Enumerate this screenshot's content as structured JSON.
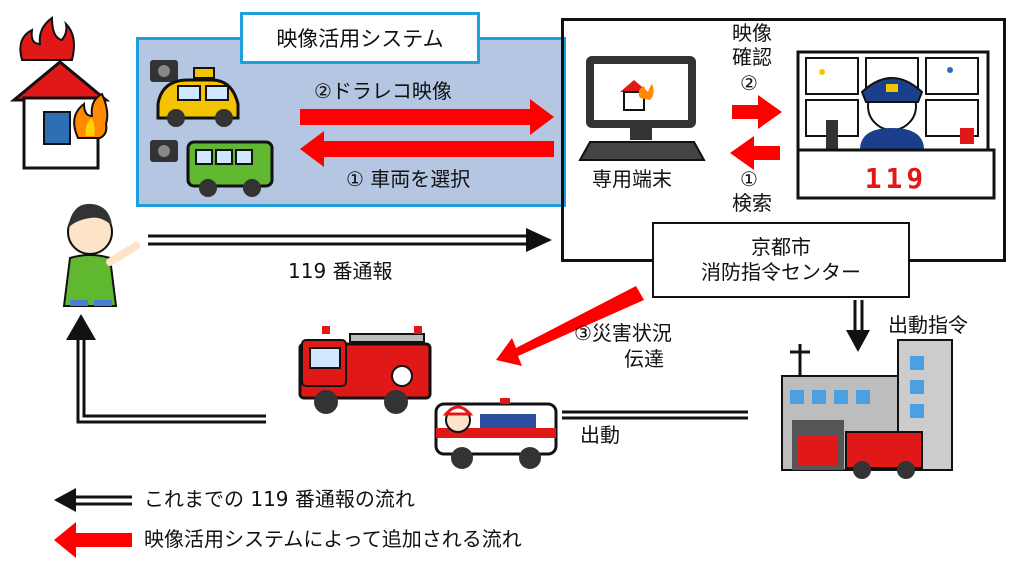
{
  "system": {
    "title": "映像活用システム"
  },
  "arrows": {
    "dashcam_video": "②ドラレコ映像",
    "select_vehicle": "① 車両を選択",
    "terminal": "専用端末",
    "video_confirm_line1": "映像",
    "video_confirm_line2": "確認",
    "video_confirm_num": "②",
    "search_num": "①",
    "search": "検索",
    "report_119": "119 番通報",
    "disaster_info_line1": "③災害状況",
    "disaster_info_line2": "伝達",
    "dispatch_order": "出動指令",
    "dispatch": "出動"
  },
  "center": {
    "line1": "京都市",
    "line2": "消防指令センター",
    "panel_number": "119"
  },
  "legend": [
    {
      "label": "これまでの 119 番通報の流れ",
      "style": "double-black"
    },
    {
      "label": "映像活用システムによって追加される流れ",
      "style": "red"
    }
  ],
  "colors": {
    "red_arrow": "#ff0000",
    "blue_border": "#1ea0dc",
    "blue_fill": "#b4c6e2"
  }
}
